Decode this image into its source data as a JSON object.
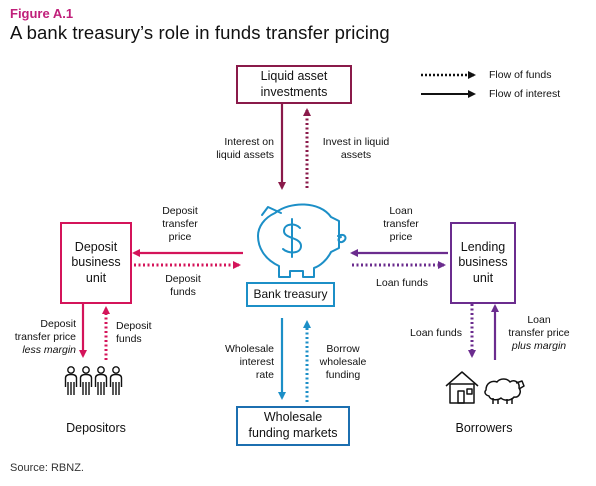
{
  "header": {
    "figure_label": "Figure A.1",
    "title": "A bank treasury’s role in funds transfer pricing"
  },
  "legend": {
    "funds_label": "Flow of funds",
    "interest_label": "Flow of interest"
  },
  "boxes": {
    "liquid_assets": {
      "line1": "Liquid asset",
      "line2": "investments",
      "color": "#8a1a4a"
    },
    "deposit_unit": {
      "line1": "Deposit",
      "line2": "business",
      "line3": "unit",
      "color": "#d4145a"
    },
    "lending_unit": {
      "line1": "Lending",
      "line2": "business",
      "line3": "unit",
      "color": "#6b2c8e"
    },
    "treasury": {
      "label": "Bank treasury",
      "color": "#1c8fc7"
    },
    "wholesale": {
      "line1": "Wholesale",
      "line2": "funding markets",
      "color": "#1c6fb0"
    }
  },
  "labels": {
    "interest_liquid": {
      "line1": "Interest on",
      "line2": "liquid assets"
    },
    "invest_liquid": {
      "line1": "Invest in liquid",
      "line2": "assets"
    },
    "deposit_ftp": {
      "line1": "Deposit",
      "line2": "transfer",
      "line3": "price"
    },
    "deposit_funds": {
      "line1": "Deposit",
      "line2": "funds"
    },
    "loan_ftp": {
      "line1": "Loan",
      "line2": "transfer",
      "line3": "price"
    },
    "loan_funds_mid": {
      "line1": "Loan funds"
    },
    "depositor_price": {
      "line1": "Deposit",
      "line2": "transfer price",
      "line3": "less margin"
    },
    "depositor_funds": {
      "line1": "Deposit",
      "line2": "funds"
    },
    "borrower_funds": {
      "line1": "Loan funds"
    },
    "borrower_price": {
      "line1": "Loan",
      "line2": "transfer price",
      "line3": "plus margin"
    },
    "wholesale_rate": {
      "line1": "Wholesale",
      "line2": "interest",
      "line3": "rate"
    },
    "borrow_wholesale": {
      "line1": "Borrow",
      "line2": "wholesale",
      "line3": "funding"
    }
  },
  "parties": {
    "depositors": "Depositors",
    "borrowers": "Borrowers"
  },
  "source": "Source: RBNZ."
}
